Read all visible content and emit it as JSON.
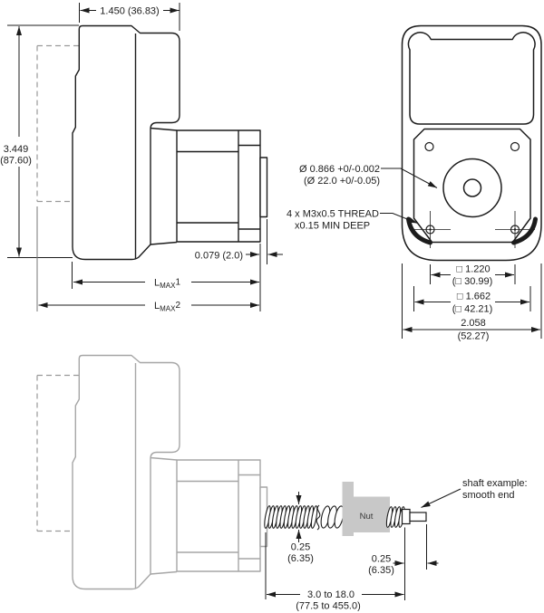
{
  "side_view": {
    "dim_width": "1.450 (36.83)",
    "dim_height_in": "3.449",
    "dim_height_mm": "(87.60)",
    "dim_boss": "0.079 (2.0)",
    "lmax1": {
      "base": "L",
      "sub": "MAX",
      "idx": "1"
    },
    "lmax2": {
      "base": "L",
      "sub": "MAX",
      "idx": "2"
    }
  },
  "rear_view": {
    "pilot_line1": "Ø 0.866 +0/-0.002",
    "pilot_line2": "(Ø 22.0 +0/-0.05)",
    "thread_line1": "4 x M3x0.5 THREAD",
    "thread_line2": "x0.15 MIN DEEP",
    "sq_inner_in": "□ 1.220",
    "sq_inner_mm": "(□ 30.99)",
    "sq_outer_in": "□ 1.662",
    "sq_outer_mm": "(□ 42.21)",
    "width_in": "2.058",
    "width_mm": "(52.27)"
  },
  "screw_view": {
    "dia_in": "0.25",
    "dia_mm": "(6.35)",
    "end_in": "0.25",
    "end_mm": "(6.35)",
    "len_in": "3.0 to 18.0",
    "len_mm": "(77.5 to 455.0)",
    "note_line1": "shaft example:",
    "note_line2": "smooth end",
    "nut_label": "Nut"
  },
  "colors": {
    "line": "#1c1c1c",
    "light_line": "#a6a6a6",
    "phantom": "#9a9a9a",
    "nut_fill": "#c8c8c8"
  }
}
